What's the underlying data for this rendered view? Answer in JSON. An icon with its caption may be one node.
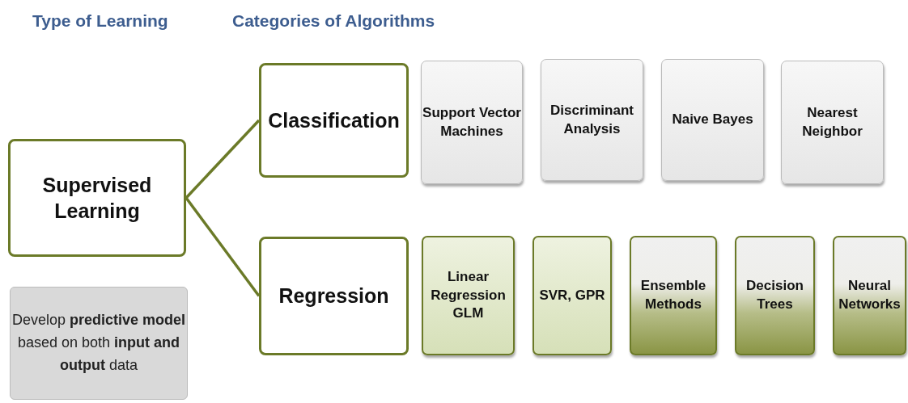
{
  "diagram": {
    "nodes": [
      {
        "text": [
          "Supervised Learning"
        ]
      },
      {
        "text": [
          "Classification"
        ]
      },
      {
        "text": [
          "Regression"
        ]
      },
      {
        "text": [
          "Support Vector Machines"
        ]
      },
      {
        "text": [
          "Discriminant Analysis"
        ]
      },
      {
        "text": [
          "Naive Bayes"
        ]
      },
      {
        "text": [
          "Nearest Neighbor"
        ]
      },
      {
        "text": [
          "Linear Regression GLM"
        ]
      },
      {
        "text": [
          "SVR, GPR"
        ]
      },
      {
        "text": [
          "Ensemble Methods"
        ]
      },
      {
        "text": [
          "Decision Trees"
        ]
      },
      {
        "text": [
          "Neural Networks"
        ]
      },
      {
        "text": [
          "Develop **predictive model** based on both **input and output** data"
        ]
      }
    ],
    "edges": [
      {
        "from": 0,
        "to": 1,
        "arrow": "none"
      },
      {
        "from": 0,
        "to": 2,
        "arrow": "none"
      }
    ],
    "labels": [
      "Type of Learning",
      "Categories of Algorithms"
    ]
  }
}
